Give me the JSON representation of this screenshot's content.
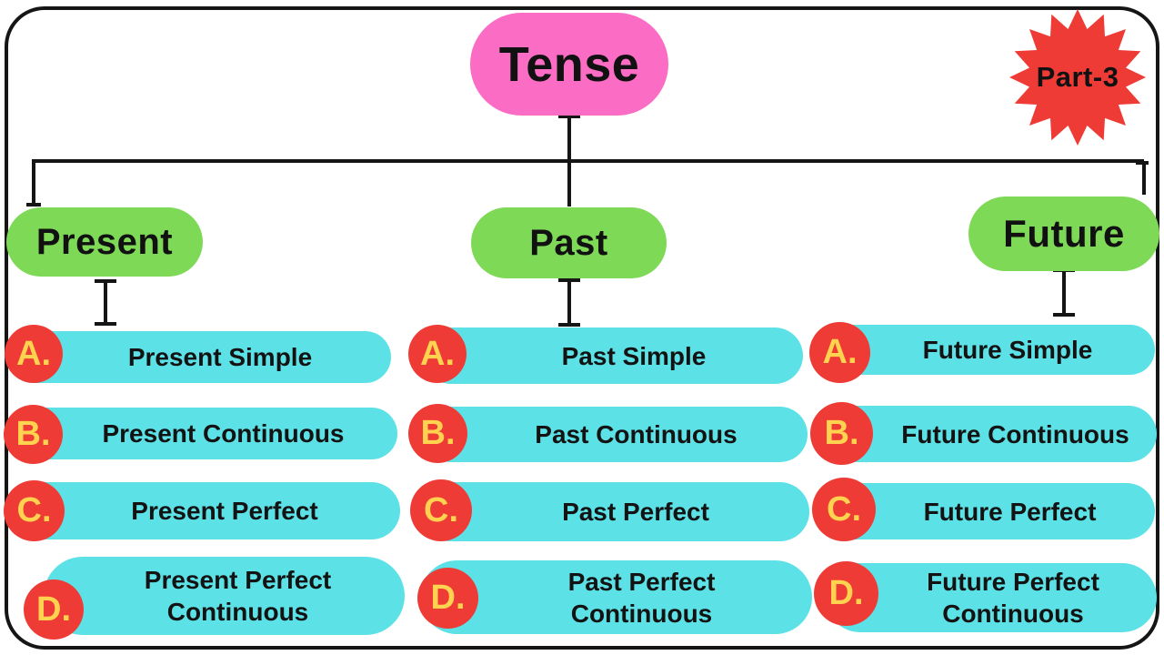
{
  "title_node": {
    "label": "Tense"
  },
  "badge": {
    "label": "Part-3"
  },
  "branches": [
    {
      "label": "Present",
      "items": [
        {
          "letter": "A.",
          "label": "Present Simple"
        },
        {
          "letter": "B.",
          "label": "Present Continuous"
        },
        {
          "letter": "C.",
          "label": "Present Perfect"
        },
        {
          "letter": "D.",
          "label": "Present Perfect Continuous"
        }
      ]
    },
    {
      "label": "Past",
      "items": [
        {
          "letter": "A.",
          "label": "Past Simple"
        },
        {
          "letter": "B.",
          "label": "Past Continuous"
        },
        {
          "letter": "C.",
          "label": "Past Perfect"
        },
        {
          "letter": "D.",
          "label": "Past Perfect Continuous"
        }
      ]
    },
    {
      "label": "Future",
      "items": [
        {
          "letter": "A.",
          "label": "Future Simple"
        },
        {
          "letter": "B.",
          "label": "Future Continuous"
        },
        {
          "letter": "C.",
          "label": "Future Perfect"
        },
        {
          "letter": "D.",
          "label": "Future Perfect Continuous"
        }
      ]
    }
  ],
  "colors": {
    "root_bubble": "#FB6DC5",
    "branch_bubble": "#7ED957",
    "item_pill": "#5CE1E6",
    "letter_circle": "#EF3B35",
    "letter_text": "#FFD24F",
    "badge_star": "#EF3B35",
    "line": "#151515"
  }
}
